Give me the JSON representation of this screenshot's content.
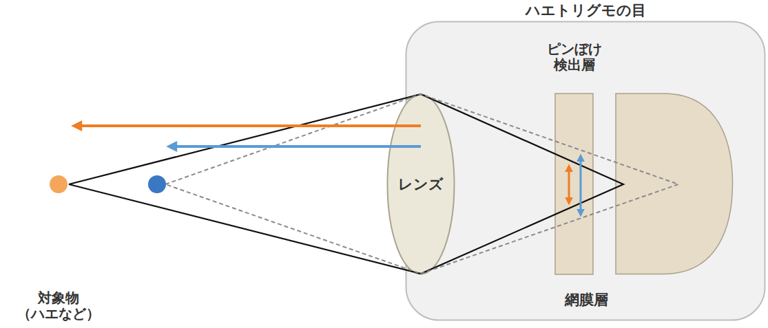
{
  "diagram": {
    "nodes": [
      {
        "text": [
          "ハエトリグモの目"
        ]
      },
      {
        "text": [
          "レンズ"
        ],
        "in": 0
      },
      {
        "text": [
          "ピンぼけ 検出層"
        ],
        "in": 0
      },
      {
        "text": [
          "網膜層"
        ],
        "in": 0
      }
    ],
    "labels": [
      "対象物 （ハエなど）"
    ]
  }
}
